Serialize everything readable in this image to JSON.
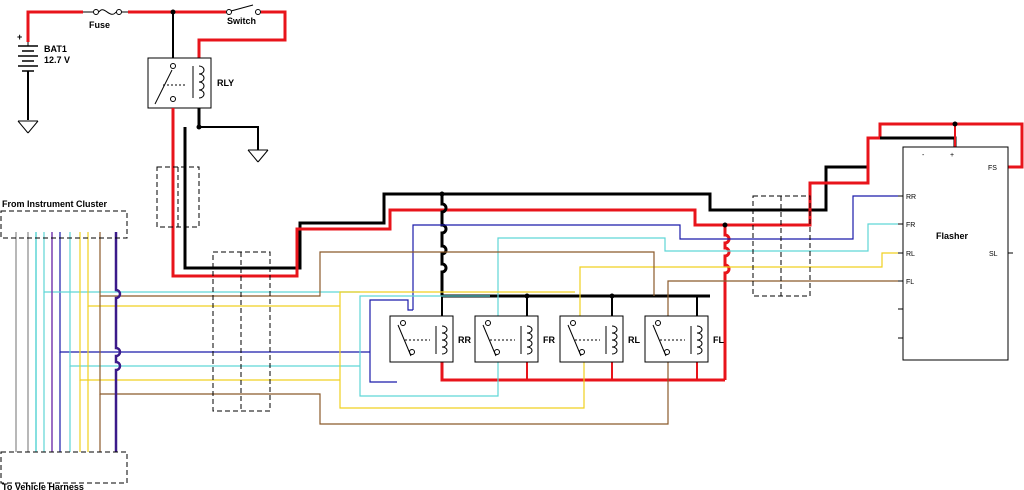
{
  "battery": {
    "name": "BAT1",
    "voltage": "12.7 V",
    "plus": "+"
  },
  "fuse": {
    "label": "Fuse"
  },
  "switch": {
    "label": "Switch"
  },
  "main_relay": {
    "label": "RLY"
  },
  "relays": [
    {
      "label": "RR"
    },
    {
      "label": "FR"
    },
    {
      "label": "RL"
    },
    {
      "label": "FL"
    }
  ],
  "flasher": {
    "label": "Flasher",
    "pins": {
      "minus": "-",
      "plus": "+",
      "fs": "FS",
      "rr": "RR",
      "fr": "FR",
      "rl": "RL",
      "fl": "FL",
      "sl": "SL"
    }
  },
  "connectors": {
    "top": "From Instrument Cluster",
    "bottom": "To Vehicle Harness"
  },
  "colors": {
    "power": "#e8141b",
    "ground": "#000000",
    "rr": "#1b1baa",
    "fr": "#5fd6d6",
    "rl": "#f0d020",
    "fl": "#8b5a2b",
    "gray": "#a0a0a0",
    "purple": "#7a3fb0",
    "thick_purple": "#3b1a8a"
  }
}
